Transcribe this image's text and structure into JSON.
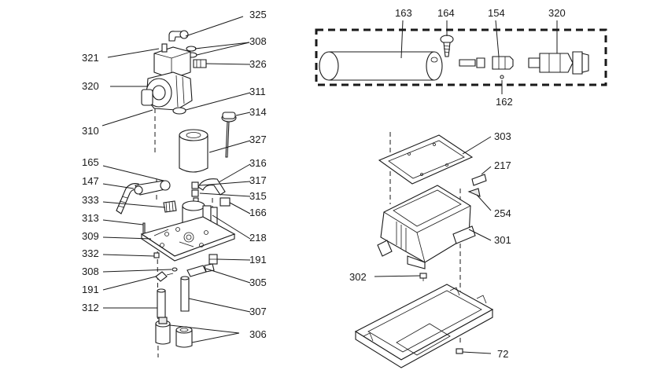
{
  "callouts": {
    "c325": "325",
    "c308a": "308",
    "c321": "321",
    "c326": "326",
    "c320": "320",
    "c311": "311",
    "c314": "314",
    "c310": "310",
    "c327": "327",
    "c165": "165",
    "c316": "316",
    "c147": "147",
    "c317": "317",
    "c333": "333",
    "c315": "315",
    "c166": "166",
    "c313": "313",
    "c309": "309",
    "c218": "218",
    "c332": "332",
    "c191a": "191",
    "c308b": "308",
    "c305": "305",
    "c191b": "191",
    "c312": "312",
    "c307": "307",
    "c306": "306",
    "c163": "163",
    "c164": "164",
    "c154": "154",
    "c320b": "320",
    "c162": "162",
    "c303": "303",
    "c217": "217",
    "c254": "254",
    "c301": "301",
    "c302": "302",
    "c72": "72"
  }
}
